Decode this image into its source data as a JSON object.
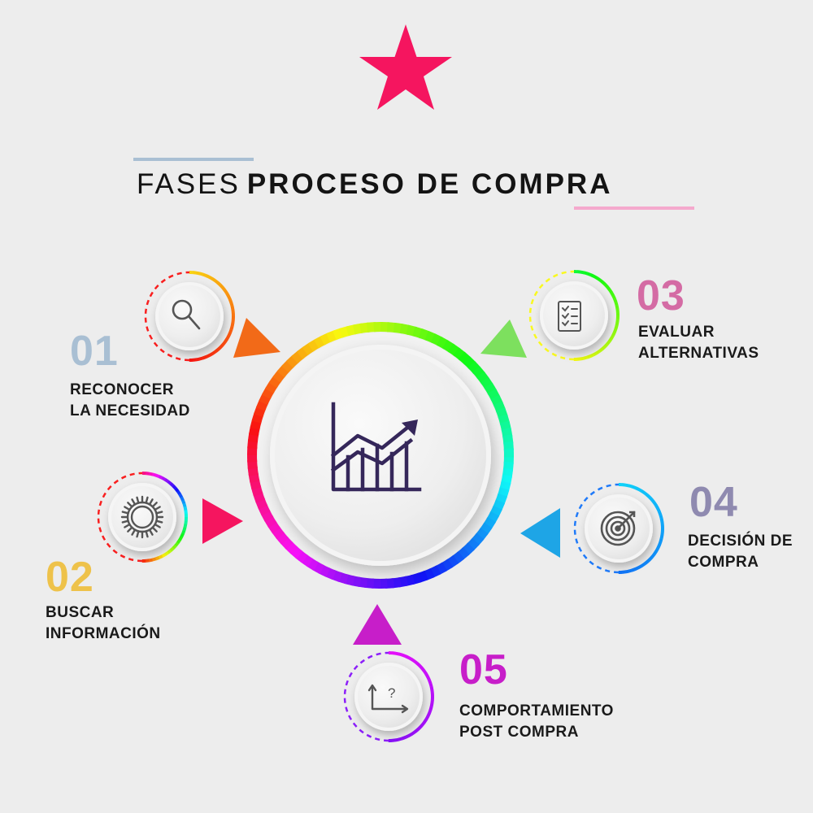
{
  "title": {
    "light": "FASES",
    "bold": "PROCESO DE COMPRA"
  },
  "colors": {
    "background": "#ededed",
    "star": "#f5155f",
    "center_icon": "#35275a",
    "step_icon": "#555555"
  },
  "center": {
    "icon": "growth-chart-icon"
  },
  "steps": [
    {
      "number": "01",
      "line1": "RECONOCER",
      "line2": "LA NECESIDAD",
      "color": "#a9bfd3",
      "icon": "magnifier-icon"
    },
    {
      "number": "02",
      "line1": "BUSCAR",
      "line2": "INFORMACIÓN",
      "color": "#eec24a",
      "icon": "gear-icon"
    },
    {
      "number": "03",
      "line1": "EVALUAR",
      "line2": "ALTERNATIVAS",
      "color": "#d46ba4",
      "icon": "checklist-icon"
    },
    {
      "number": "04",
      "line1": "DECISIÓN DE",
      "line2": "COMPRA",
      "color": "#8f8ab0",
      "icon": "target-icon"
    },
    {
      "number": "05",
      "line1": "COMPORTAMIENTO",
      "line2": "POST COMPRA",
      "color": "#c71ec9",
      "icon": "question-graph-icon"
    }
  ]
}
